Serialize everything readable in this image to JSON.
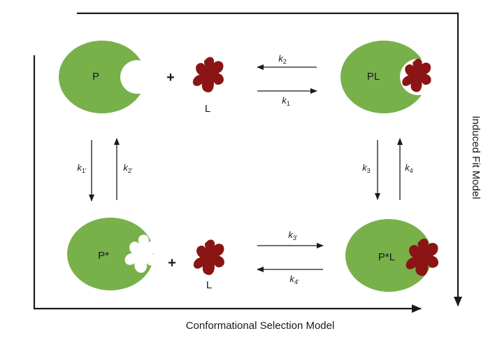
{
  "colors": {
    "protein": "#78b04a",
    "ligand": "#8b1414",
    "line": "#1a1a1a",
    "background": "#ffffff"
  },
  "species": {
    "p": "P",
    "pl": "PL",
    "p_star": "P*",
    "p_star_l": "P*L",
    "ligand_top": "L",
    "ligand_bottom": "L"
  },
  "operators": {
    "plus_top": "+",
    "plus_bottom": "+"
  },
  "rates": {
    "k2": {
      "sym": "k",
      "sub": "2"
    },
    "k1": {
      "sym": "k",
      "sub": "1"
    },
    "k1p": {
      "sym": "k",
      "sub": "1'"
    },
    "k2p": {
      "sym": "k",
      "sub": "2'"
    },
    "k3": {
      "sym": "k",
      "sub": "3"
    },
    "k4": {
      "sym": "k",
      "sub": "4"
    },
    "k3p": {
      "sym": "k",
      "sub": "3'"
    },
    "k4p": {
      "sym": "k",
      "sub": "4'"
    }
  },
  "models": {
    "induced_fit": "Induced Fit Model",
    "conformational_selection": "Conformational Selection Model"
  }
}
